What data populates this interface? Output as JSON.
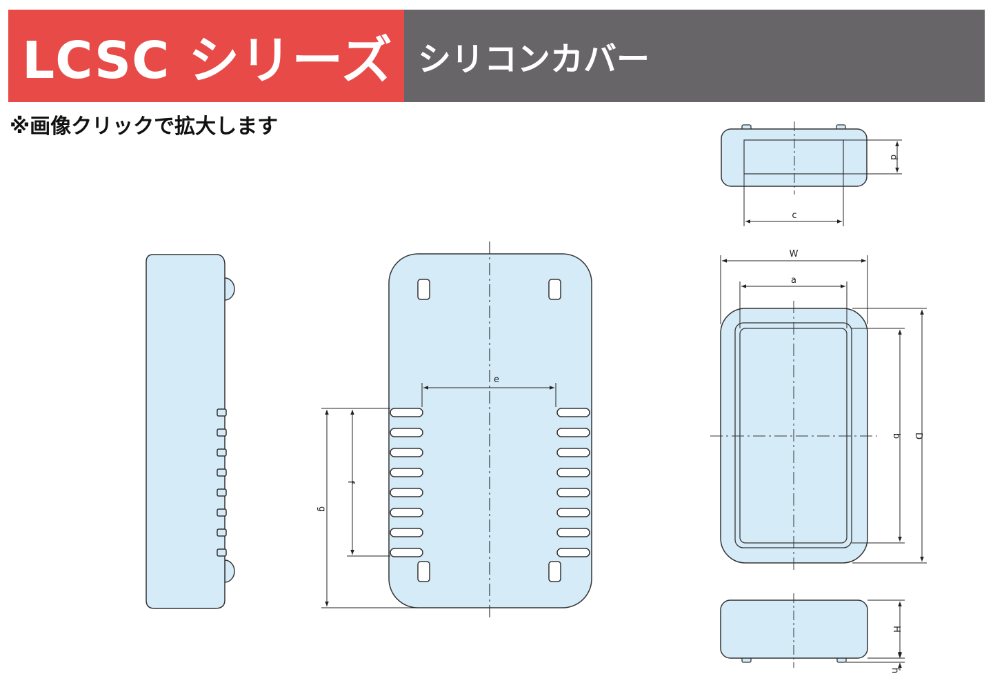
{
  "header": {
    "series_title": "LCSC シリーズ",
    "product_title": "シリコンカバー"
  },
  "note": "※画像クリックで拡大します",
  "dimensions": {
    "a": "a",
    "b": "b",
    "c": "c",
    "d": "d",
    "e": "e",
    "f": "f",
    "g": "g",
    "h": "h",
    "H": "H",
    "W": "W",
    "D": "D"
  },
  "colors": {
    "accent_red": "#e84a48",
    "banner_gray": "#676567",
    "part_fill": "#d5ebf7",
    "outline": "#333333"
  }
}
